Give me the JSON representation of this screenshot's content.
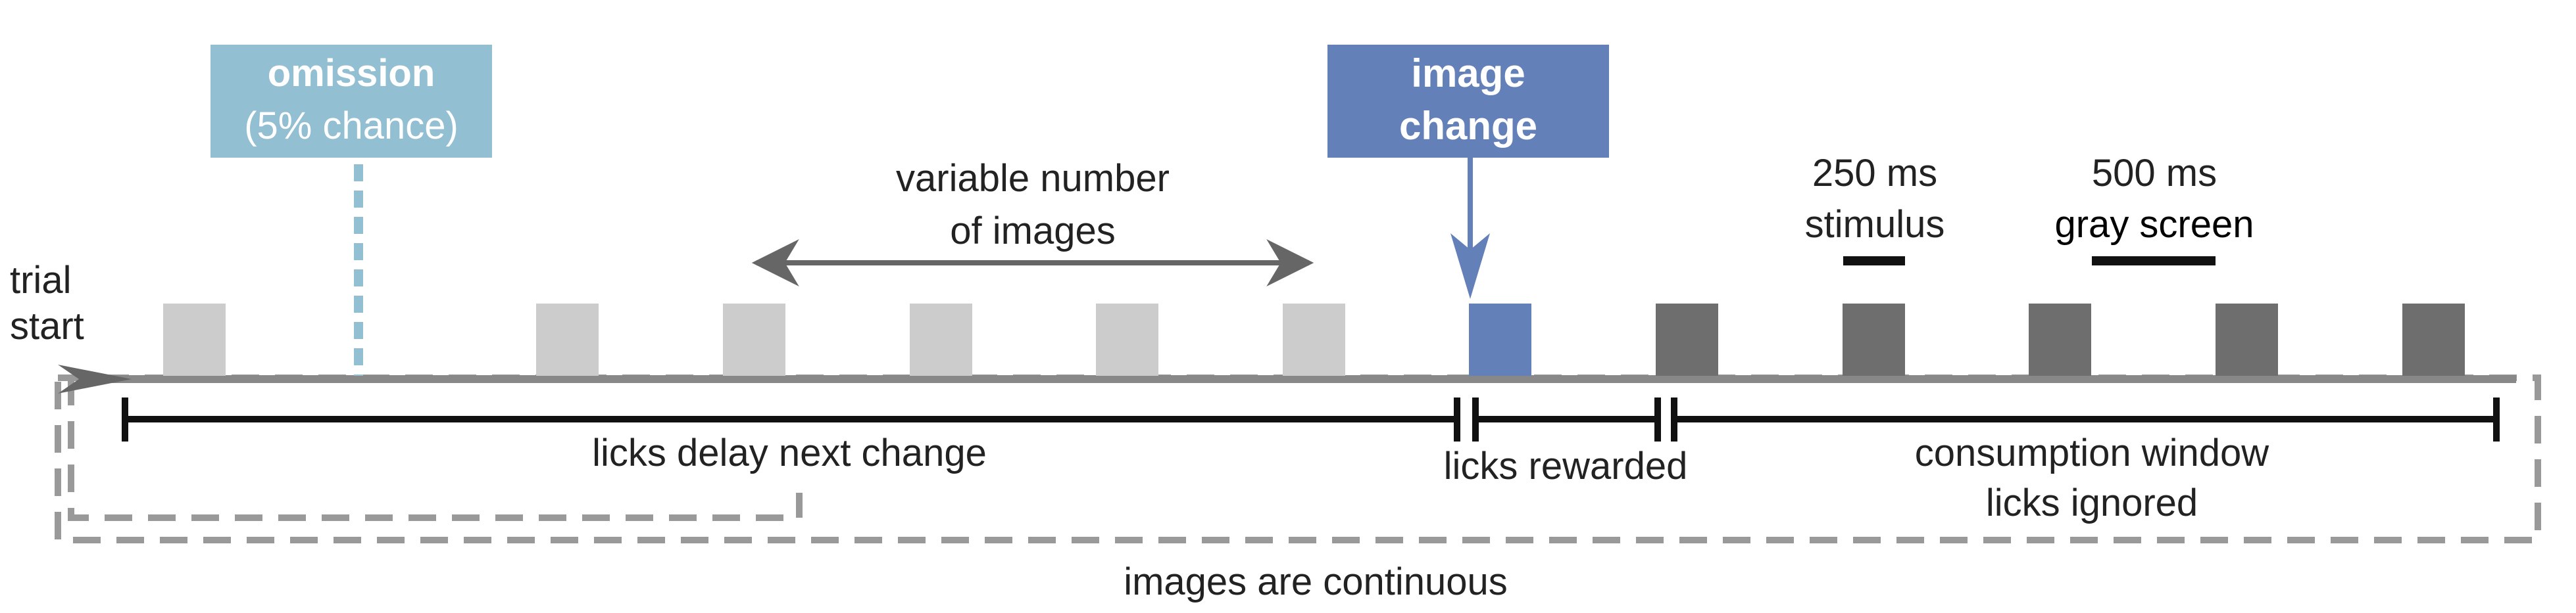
{
  "trial_start": [
    "trial",
    "start"
  ],
  "omission_box": {
    "line1": "omission",
    "line2": "(5% chance)",
    "color": "#93bfd2"
  },
  "change_box": {
    "line1": "image",
    "line2": "change",
    "color": "#6480b8"
  },
  "variable_images": [
    "variable number",
    "of images"
  ],
  "stimulus_duration": [
    "250 ms",
    "stimulus"
  ],
  "gray_duration": [
    "500 ms",
    "gray screen"
  ],
  "epochs": {
    "delay": "licks delay next change",
    "rewarded": "licks rewarded",
    "consumption": [
      "consumption window",
      "licks ignored"
    ]
  },
  "continuous": "images are continuous",
  "colors": {
    "pre_change_image": "#cccccc",
    "change_image": "#6480b8",
    "post_change_image": "#6e6e6e",
    "omission_marker": "#93bfd2",
    "timeline": "#888888",
    "epoch_bar": "#111111",
    "dashed_outline": "#999999",
    "arrow": "#666666"
  }
}
